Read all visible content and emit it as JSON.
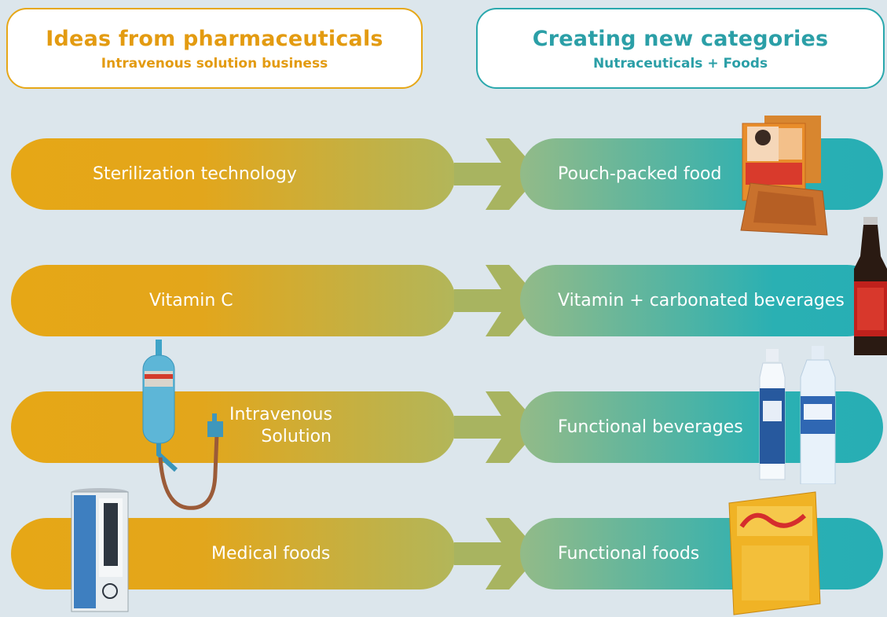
{
  "headers": {
    "left": {
      "title": "Ideas from pharmaceuticals",
      "subtitle": "Intravenous solution business"
    },
    "right": {
      "title": "Creating new categories",
      "subtitle": "Nutraceuticals + Foods"
    }
  },
  "rows": [
    {
      "left_label": "Sterilization technology",
      "right_label": "Pouch-packed food"
    },
    {
      "left_label": "Vitamin C",
      "right_label": "Vitamin + carbonated beverages"
    },
    {
      "left_label_line1": "Intravenous",
      "left_label_line2": "Solution",
      "right_label": "Functional beverages"
    },
    {
      "left_label": "Medical foods",
      "right_label": "Functional foods"
    }
  ],
  "colors": {
    "orange": "#e6a716",
    "teal": "#2ab0b3",
    "background": "#dce6ec"
  }
}
